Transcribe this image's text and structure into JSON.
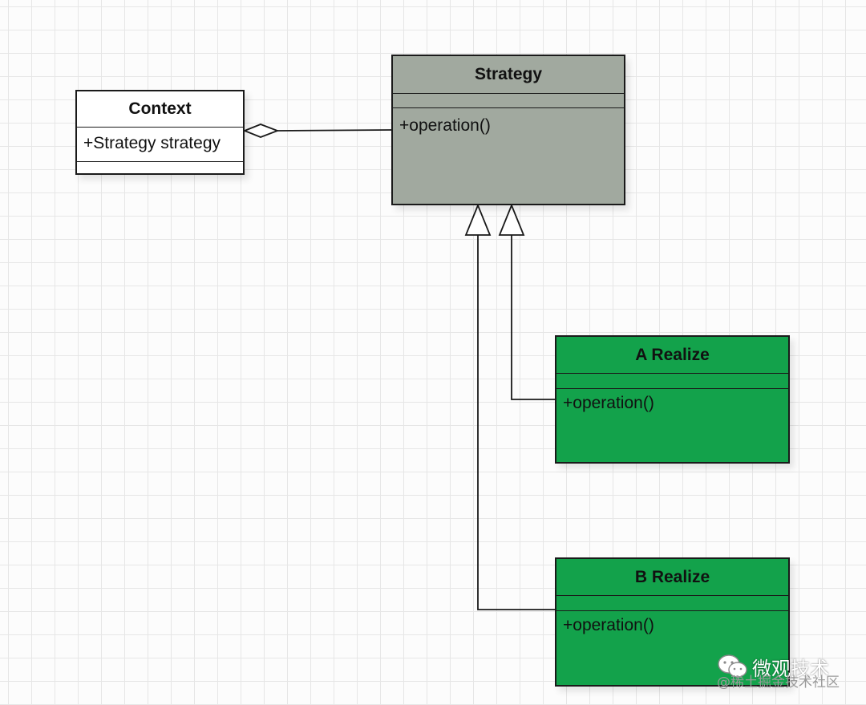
{
  "colors": {
    "strategy_fill": "#a1a99f",
    "realize_fill": "#13a24b",
    "context_fill": "#ffffff",
    "line": "#1a1a1a"
  },
  "classes": {
    "context": {
      "name": "Context",
      "attributes": [
        "+Strategy strategy"
      ],
      "operations": []
    },
    "strategy": {
      "name": "Strategy",
      "attributes": [],
      "operations": [
        "+operation()"
      ]
    },
    "a_realize": {
      "name": "A Realize",
      "attributes": [],
      "operations": [
        "+operation()"
      ]
    },
    "b_realize": {
      "name": "B Realize",
      "attributes": [],
      "operations": [
        "+operation()"
      ]
    }
  },
  "relations": [
    {
      "type": "aggregation",
      "from": "Context",
      "to": "Strategy"
    },
    {
      "type": "generalization",
      "from": "A Realize",
      "to": "Strategy"
    },
    {
      "type": "generalization",
      "from": "B Realize",
      "to": "Strategy"
    }
  ],
  "watermark": {
    "icon": "wechat-icon",
    "line1": "微观技术",
    "line2": "@稀土掘金技术社区"
  }
}
